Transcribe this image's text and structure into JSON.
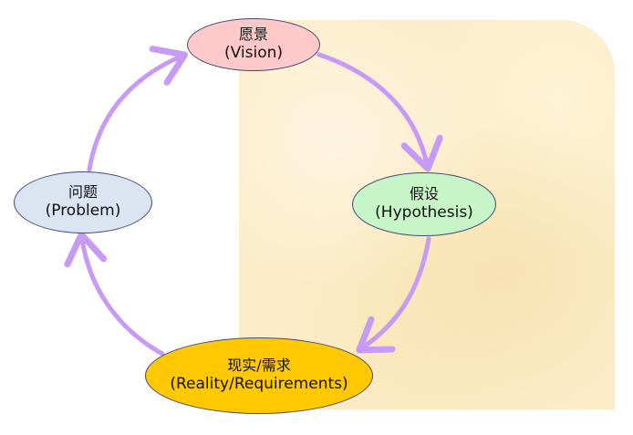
{
  "diagram": {
    "nodes": [
      {
        "id": "vision",
        "label_cn": "愿景",
        "label_en": "(Vision)",
        "fill": "#ffc9c9"
      },
      {
        "id": "hypothesis",
        "label_cn": "假设",
        "label_en": "(Hypothesis)",
        "fill": "#c8f5c8"
      },
      {
        "id": "reality",
        "label_cn": "现实/需求",
        "label_en": "(Reality/Requirements)",
        "fill": "#ffc800"
      },
      {
        "id": "problem",
        "label_cn": "问题",
        "label_en": "(Problem)",
        "fill": "#dbe5f2"
      }
    ],
    "cycle": [
      "vision",
      "hypothesis",
      "reality",
      "problem",
      "vision"
    ],
    "arrow_color": "#c69af5",
    "background_panel_color": "#fcecc8"
  }
}
